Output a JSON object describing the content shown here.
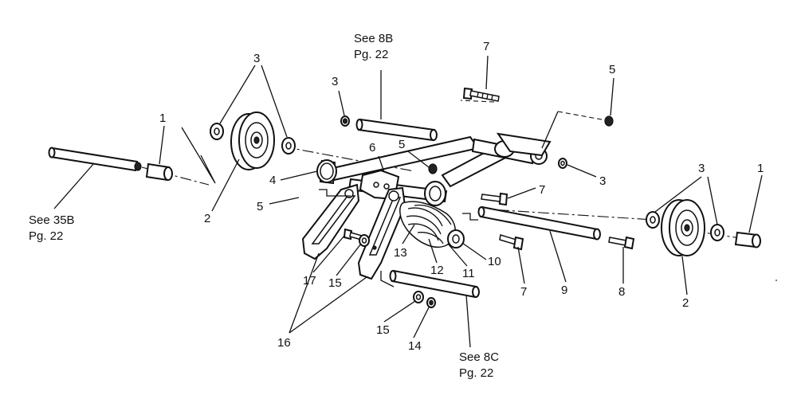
{
  "diagram": {
    "callouts": [
      "1",
      "2",
      "3",
      "4",
      "5",
      "6",
      "7",
      "8",
      "9",
      "10",
      "11",
      "12",
      "13",
      "14",
      "15",
      "16",
      "17"
    ],
    "references": {
      "see_8b": {
        "line1": "See 8B",
        "line2": "Pg. 22"
      },
      "see_35b": {
        "line1": "See 35B",
        "line2": "Pg. 22"
      },
      "see_8c": {
        "line1": "See 8C",
        "line2": "Pg. 22"
      }
    }
  }
}
